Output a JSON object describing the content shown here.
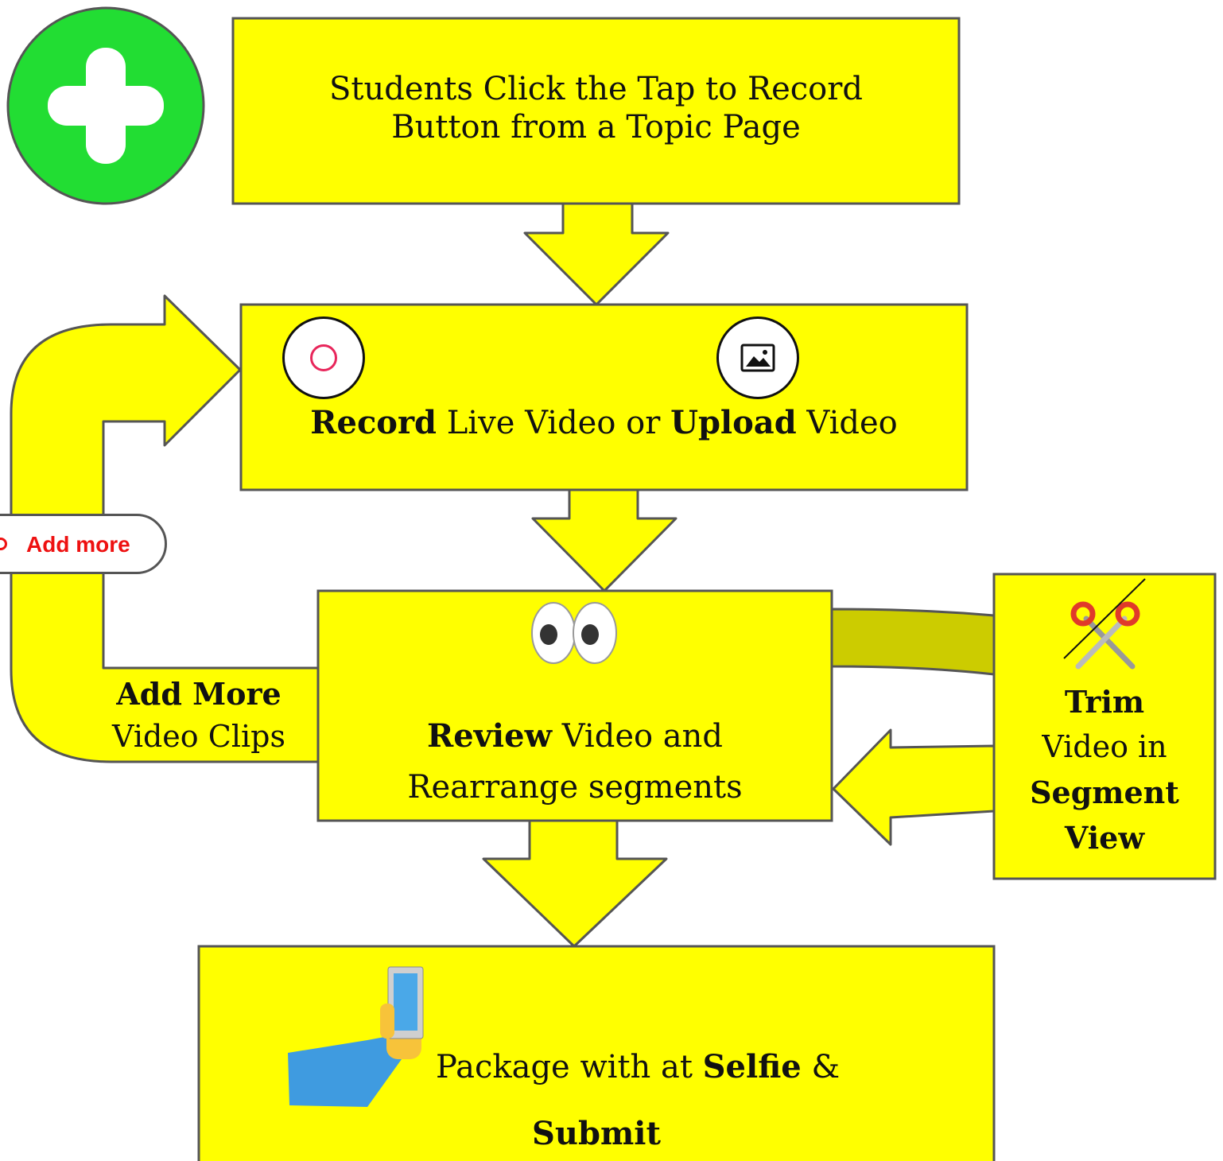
{
  "step1": {
    "line1": "Students Click the Tap to Record",
    "line2": "Button from a Topic Page"
  },
  "step2": {
    "record": "Record",
    "mid": " Live Video or ",
    "upload": "Upload",
    "end": " Video"
  },
  "step3": {
    "review": "Review",
    "rest": " Video and",
    "line2": "Rearrange segments"
  },
  "step4": {
    "pre": "Package with at ",
    "selfie": "Selfie",
    "amp": " &",
    "submit": "Submit"
  },
  "loop": {
    "bold": "Add More",
    "plain": "Video Clips"
  },
  "trim": {
    "l1": "Trim",
    "l2": "Video in",
    "l3": "Segment",
    "l4": "View"
  },
  "add_more_button": {
    "label": "Add more"
  },
  "colors": {
    "box": "#ffff00",
    "trim_connector": "#cccc00",
    "plus": "#22dd33",
    "record": "#e8265b",
    "add_more": "#ee1111"
  },
  "icons": [
    "plus-icon",
    "record-icon",
    "image-upload-icon",
    "eyes-icon",
    "scissors-icon",
    "selfie-icon"
  ]
}
